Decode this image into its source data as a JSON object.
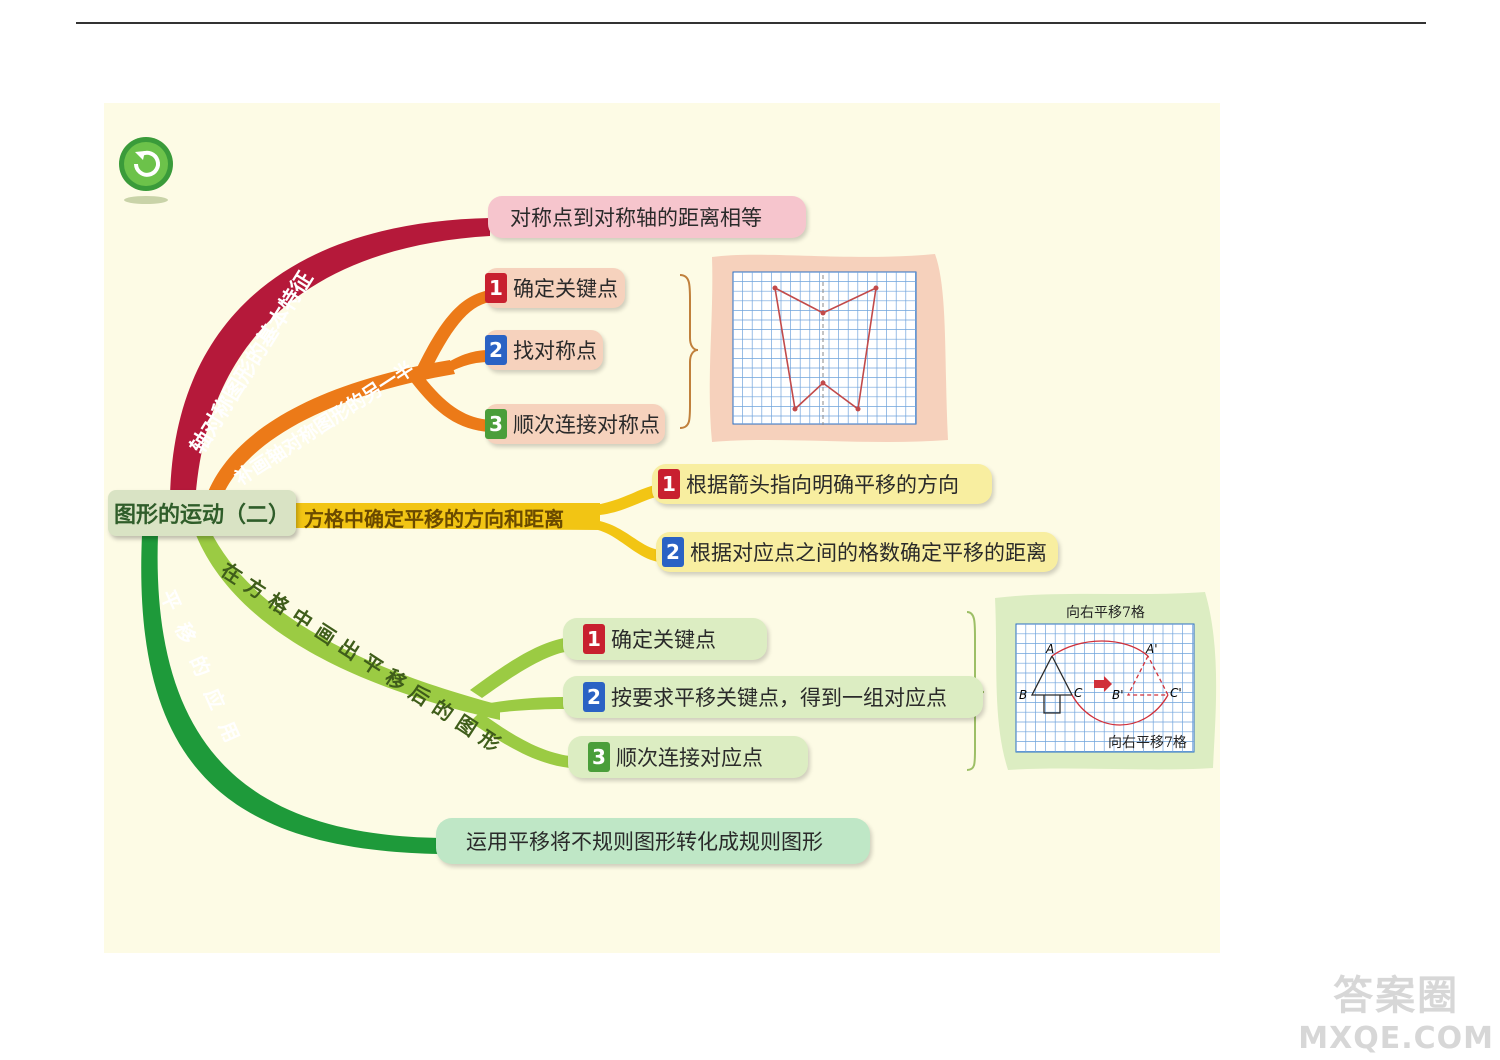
{
  "central": "图形的运动（二）",
  "branches": {
    "axis_feature": "轴对称图形的基本特征",
    "complete_half": "补画轴对称图形的另一半",
    "grid_translation": "方格中确定平移的方向和距离",
    "draw_translated": "在方格中画出平移后的图形",
    "translation_use": "平移的应用"
  },
  "leaves": {
    "axis_feature_leaf": "对称点到对称轴的距离相等",
    "complete_half_steps": [
      {
        "num": "1",
        "text": "确定关键点"
      },
      {
        "num": "2",
        "text": "找对称点"
      },
      {
        "num": "3",
        "text": "顺次连接对称点"
      }
    ],
    "grid_translation_steps": [
      {
        "num": "1",
        "text": "根据箭头指向明确平移的方向"
      },
      {
        "num": "2",
        "text": "根据对应点之间的格数确定平移的距离"
      }
    ],
    "draw_translated_steps": [
      {
        "num": "1",
        "text": "确定关键点"
      },
      {
        "num": "2",
        "text": "按要求平移关键点，得到一组对应点"
      },
      {
        "num": "3",
        "text": "顺次连接对应点"
      }
    ],
    "translation_use_leaf": "运用平移将不规则图形转化成规则图形"
  },
  "translation_diagram": {
    "title_top": "向右平移7格",
    "title_bottom": "向右平移7格",
    "points": [
      "A",
      "B",
      "C",
      "A'",
      "B'",
      "C'"
    ]
  },
  "watermark": {
    "line1": "答案圈",
    "line2": "MXQE.COM"
  },
  "icons": {
    "restart": "restart-icon"
  },
  "colors": {
    "red_branch": "#b5193a",
    "orange_branch": "#ec7a18",
    "yellow_branch": "#f2c514",
    "lightgreen_branch": "#9bcb43",
    "green_branch": "#1e9a3a"
  }
}
